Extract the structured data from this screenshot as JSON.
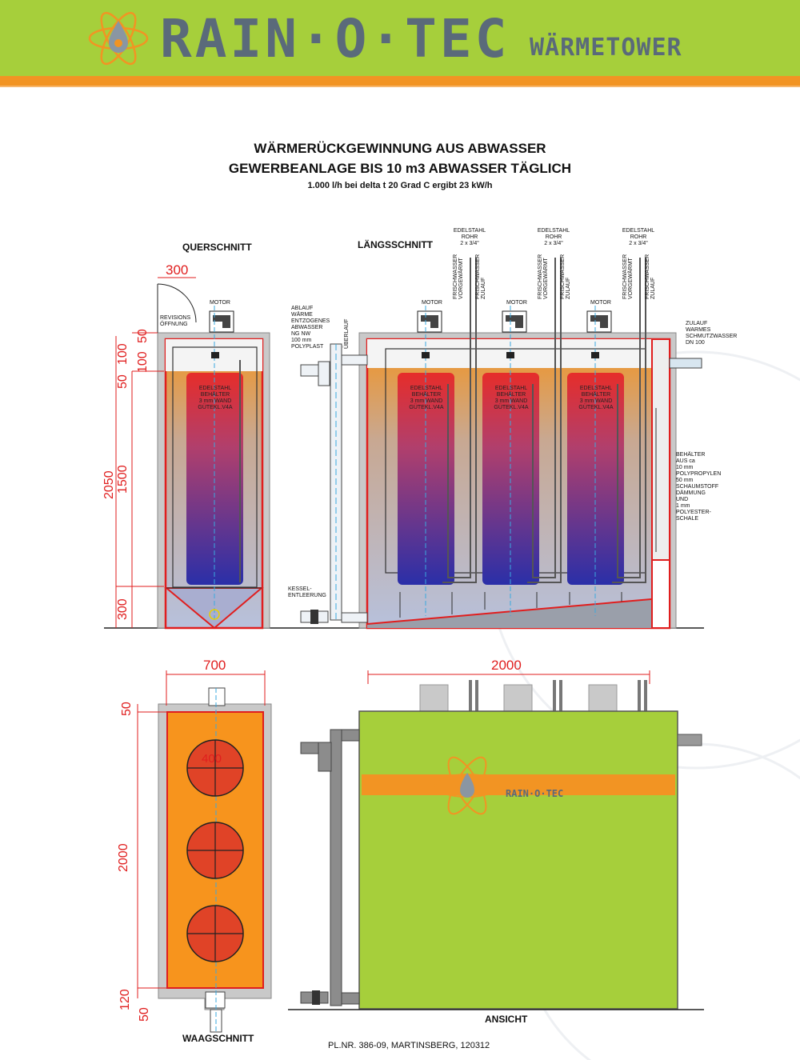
{
  "header": {
    "brand": "RAIN·O·TEC",
    "tagline": "WÄRMETOWER",
    "accent_green": "#a6cf3b",
    "accent_orange": "#f29423"
  },
  "title": {
    "line1": "WÄRMERÜCKGEWINNUNG AUS ABWASSER",
    "line2": "GEWERBEANLAGE BIS 10 m3 ABWASSER TÄGLICH",
    "line3": "1.000 l/h bei delta t 20 Grad C ergibt 23 kW/h"
  },
  "sections": {
    "querschnitt": "QUERSCHNITT",
    "laengsschnitt": "LÄNGSSCHNITT",
    "waagschnitt": "WAAGSCHNITT",
    "ansicht": "ANSICHT"
  },
  "labels": {
    "motor": "MOTOR",
    "revision": "REVISIONS\nÖFFNUNG",
    "ablauf": "ABLAUF\nWÄRME\nENTZOGENES\nABWASSER\nNG NW\n100 mm\nPOLYPLAST",
    "ueberlauf": "ÜBERLAUF",
    "kessel": "KESSEL-\nENTLEERUNG",
    "edelstahl_rohr": "EDELSTAHL\nROHR\n2 x 3/4\"",
    "frischwasser_vorgewaermt": "FRISCHWASSER\nVORGEWÄRMT",
    "frischwasser_zulauf": "FRISCHWASSER\nZULAUF",
    "zulauf": "ZULAUF\nWARMES\nSCHMUTZWASSER\nDN 100",
    "behaelter_info": "BEHÄLTER\nAUS ca\n10 mm\nPOLYPROPYLEN\n50 mm\nSCHAUMSTOFF\nDÄMMUNG\nUND\n1 mm\nPOLYESTER-\nSCHALE",
    "tank": "EDELSTAHL\nBEHÄLTER\n3 mm WAND\nGÜTEKL.V4A",
    "ansicht_logo": "RAIN·O·TEC"
  },
  "dimensions": {
    "d300": "300",
    "d100a": "100",
    "d50a": "50",
    "d100b": "100",
    "d50b": "50",
    "d2050": "2050",
    "d1500": "1500",
    "d300b": "300",
    "d700": "700",
    "d2000w": "2000",
    "d50c": "50",
    "d2000h": "2000",
    "d120": "120",
    "d50d": "50",
    "d400": "400"
  },
  "footer": "PL.NR. 386-09, MARTINSBERG, 120312"
}
